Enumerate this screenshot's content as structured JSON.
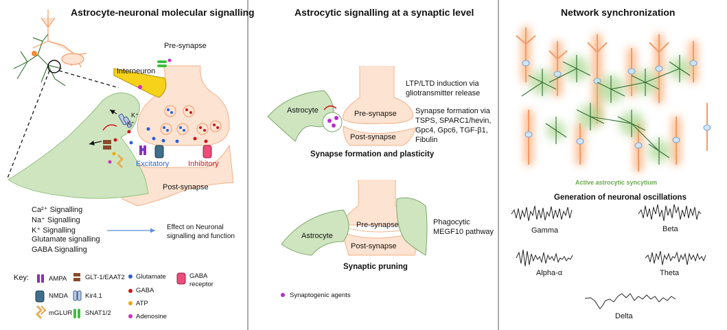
{
  "panel1": {
    "title": "Astrocyte-neuronal molecular signalling",
    "pre_synapse": "Pre-synapse",
    "interneuron": "Interneuron",
    "k_plus_1": "K⁺",
    "k_plus_2": "K⁺",
    "excitatory": "Excitatory",
    "inhibitory": "Inhibitory",
    "post_synapse": "Post-synapse",
    "signals": [
      "Ca²⁺ Signalling",
      "Na⁺ Signalling",
      "K⁺ Signalling",
      "Glutamate signalling",
      "GABA Signalling"
    ],
    "effect_line1": "Effect on Neuronal",
    "effect_line2": "signalling and function",
    "key_label": "Key:",
    "key_items": {
      "ampa": "AMPA",
      "nmda": "NMDA",
      "mglur": "mGLUR",
      "glt": "GLT-1/EAAT2",
      "kir": "Kir4.1",
      "snat": "SNAT1/2",
      "glutamate": "Glutamate",
      "gaba": "GABA",
      "atp": "ATP",
      "adenosine": "Adenosine",
      "gaba_receptor_1": "GABA",
      "gaba_receptor_2": "receptor"
    },
    "colors": {
      "glutamate": "#2e5fd6",
      "gaba": "#d0151b",
      "atp": "#f0a800",
      "adenosine": "#d42bc3",
      "astrocyte": "#cfe5c0",
      "neuron": "#fde3d1",
      "excitatory": "#2f66d0",
      "inhibitory": "#d0151b"
    }
  },
  "panel2": {
    "title": "Astrocytic signalling at a synaptic level",
    "astrocyte_1": "Astrocyte",
    "pre_synapse_1": "Pre-synapse",
    "post_synapse_1": "Post-synapse",
    "ltp_line1": "LTP/LTD induction via",
    "ltp_line2": "gliotransmitter release",
    "syn_line1": "Synapse formation via",
    "syn_line2": "TSPS, SPARC1/hevin,",
    "syn_line3": "Gpc4, Gpc6, TGF-β1,",
    "syn_line4": "Fibulin",
    "heading_1": "Synapse formation and plasticity",
    "astrocyte_2": "Astrocyte",
    "pre_synapse_2": "Pre-synapse",
    "post_synapse_2": "Post-synapse",
    "phago_line1": "Phagocytic",
    "phago_line2": "MEGF10 pathway",
    "heading_2": "Synaptic pruning",
    "key_synaptogenic": "Synaptogenic agents"
  },
  "panel3": {
    "title": "Network synchronization",
    "syncytium": "Active astrocytic syncytium",
    "oscillations_title": "Generation of neuronal oscillations",
    "waves": [
      "Gamma",
      "Beta",
      "Alpha-α",
      "Theta",
      "Delta"
    ],
    "colors": {
      "syncytium_text": "#6aa84f"
    }
  }
}
